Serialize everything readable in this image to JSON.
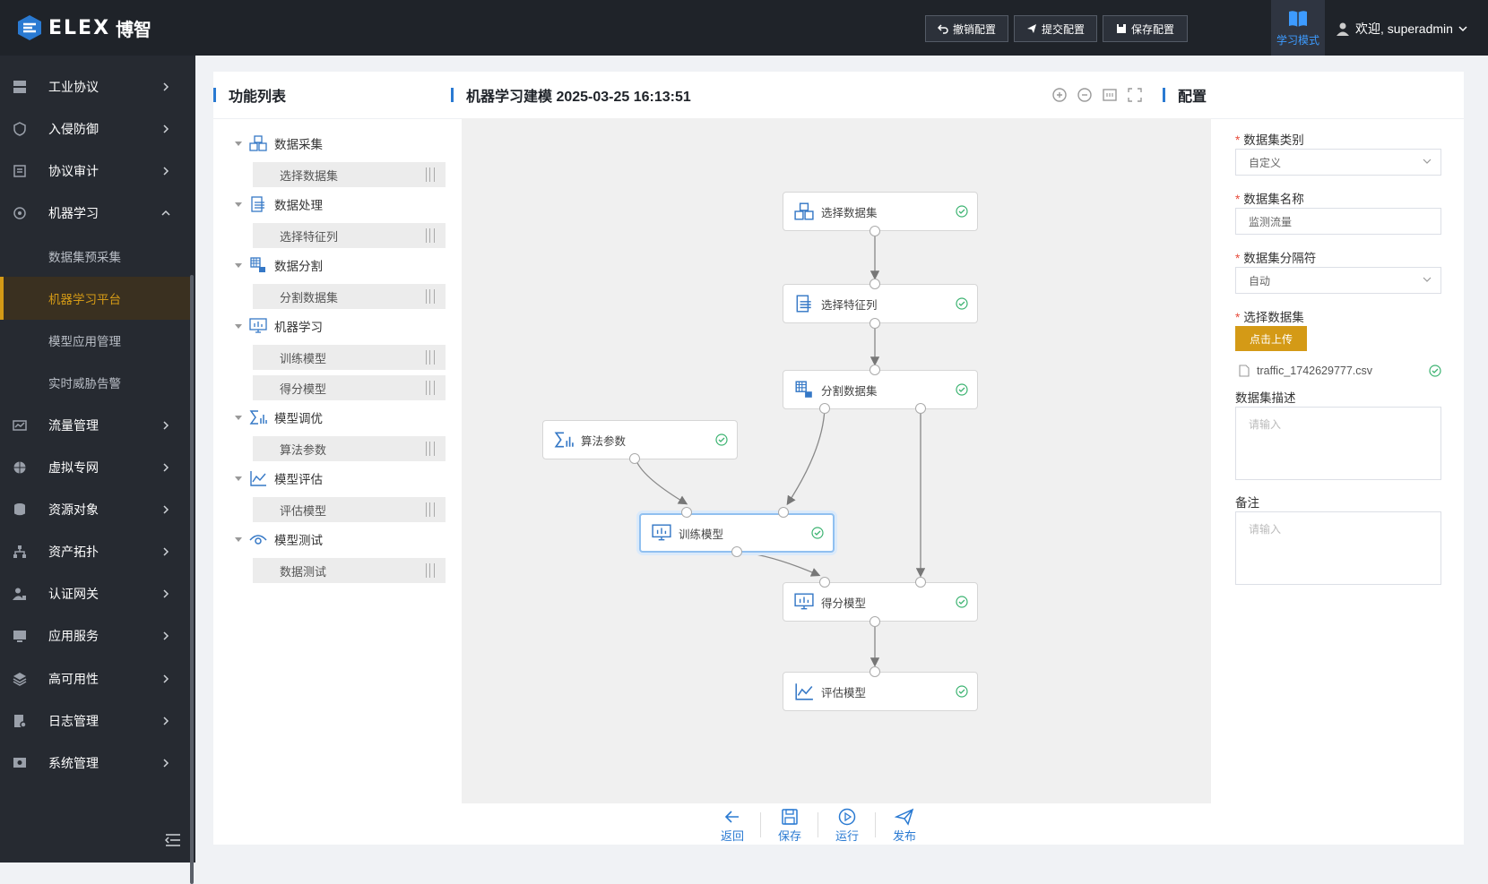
{
  "header": {
    "brand": "ELEX",
    "brand_cn": "博智",
    "buttons": {
      "revert": "撤销配置",
      "submit": "提交配置",
      "save": "保存配置"
    },
    "mode": "学习模式",
    "user": "欢迎, superadmin"
  },
  "sidebar": {
    "items": [
      {
        "label": "工业协议",
        "icon": "server-icon"
      },
      {
        "label": "入侵防御",
        "icon": "shield-icon"
      },
      {
        "label": "协议审计",
        "icon": "audit-icon"
      },
      {
        "label": "机器学习",
        "icon": "ml-icon"
      },
      {
        "label": "流量管理",
        "icon": "traffic-icon"
      },
      {
        "label": "虚拟专网",
        "icon": "globe-icon"
      },
      {
        "label": "资源对象",
        "icon": "database-icon"
      },
      {
        "label": "资产拓扑",
        "icon": "topology-icon"
      },
      {
        "label": "认证网关",
        "icon": "user-lock-icon"
      },
      {
        "label": "应用服务",
        "icon": "monitor-icon"
      },
      {
        "label": "高可用性",
        "icon": "layers-icon"
      },
      {
        "label": "日志管理",
        "icon": "log-icon"
      },
      {
        "label": "系统管理",
        "icon": "settings-icon"
      }
    ],
    "ml_sub": [
      "数据集预采集",
      "机器学习平台",
      "模型应用管理",
      "实时威胁告警"
    ],
    "active_sub": "机器学习平台"
  },
  "function_list": {
    "title": "功能列表",
    "groups": [
      {
        "label": "数据采集",
        "items": [
          "选择数据集"
        ]
      },
      {
        "label": "数据处理",
        "items": [
          "选择特征列"
        ]
      },
      {
        "label": "数据分割",
        "items": [
          "分割数据集"
        ]
      },
      {
        "label": "机器学习",
        "items": [
          "训练模型",
          "得分模型"
        ]
      },
      {
        "label": "模型调优",
        "items": [
          "算法参数"
        ]
      },
      {
        "label": "模型评估",
        "items": [
          "评估模型"
        ]
      },
      {
        "label": "模型测试",
        "items": [
          "数据测试"
        ]
      }
    ]
  },
  "canvas": {
    "title": "机器学习建模 2025-03-25 16:13:51",
    "nodes": {
      "select_dataset": "选择数据集",
      "select_features": "选择特征列",
      "split_dataset": "分割数据集",
      "algo_params": "算法参数",
      "train_model": "训练模型",
      "score_model": "得分模型",
      "eval_model": "评估模型"
    },
    "bottom": {
      "back": "返回",
      "save": "保存",
      "run": "运行",
      "publish": "发布"
    }
  },
  "config": {
    "title": "配置",
    "dataset_type": {
      "label": "数据集类别",
      "value": "自定义"
    },
    "dataset_name": {
      "label": "数据集名称",
      "value": "监测流量"
    },
    "separator": {
      "label": "数据集分隔符",
      "value": "自动"
    },
    "select_dataset": {
      "label": "选择数据集",
      "upload": "点击上传",
      "file": "traffic_1742629777.csv"
    },
    "description": {
      "label": "数据集描述",
      "placeholder": "请输入"
    },
    "remark": {
      "label": "备注",
      "placeholder": "请输入"
    }
  },
  "colors": {
    "accent": "#d49a16",
    "primary": "#2a7ad2",
    "header_bg": "#1f2329",
    "sidebar_bg": "#262a31",
    "ok": "#3cb371"
  }
}
